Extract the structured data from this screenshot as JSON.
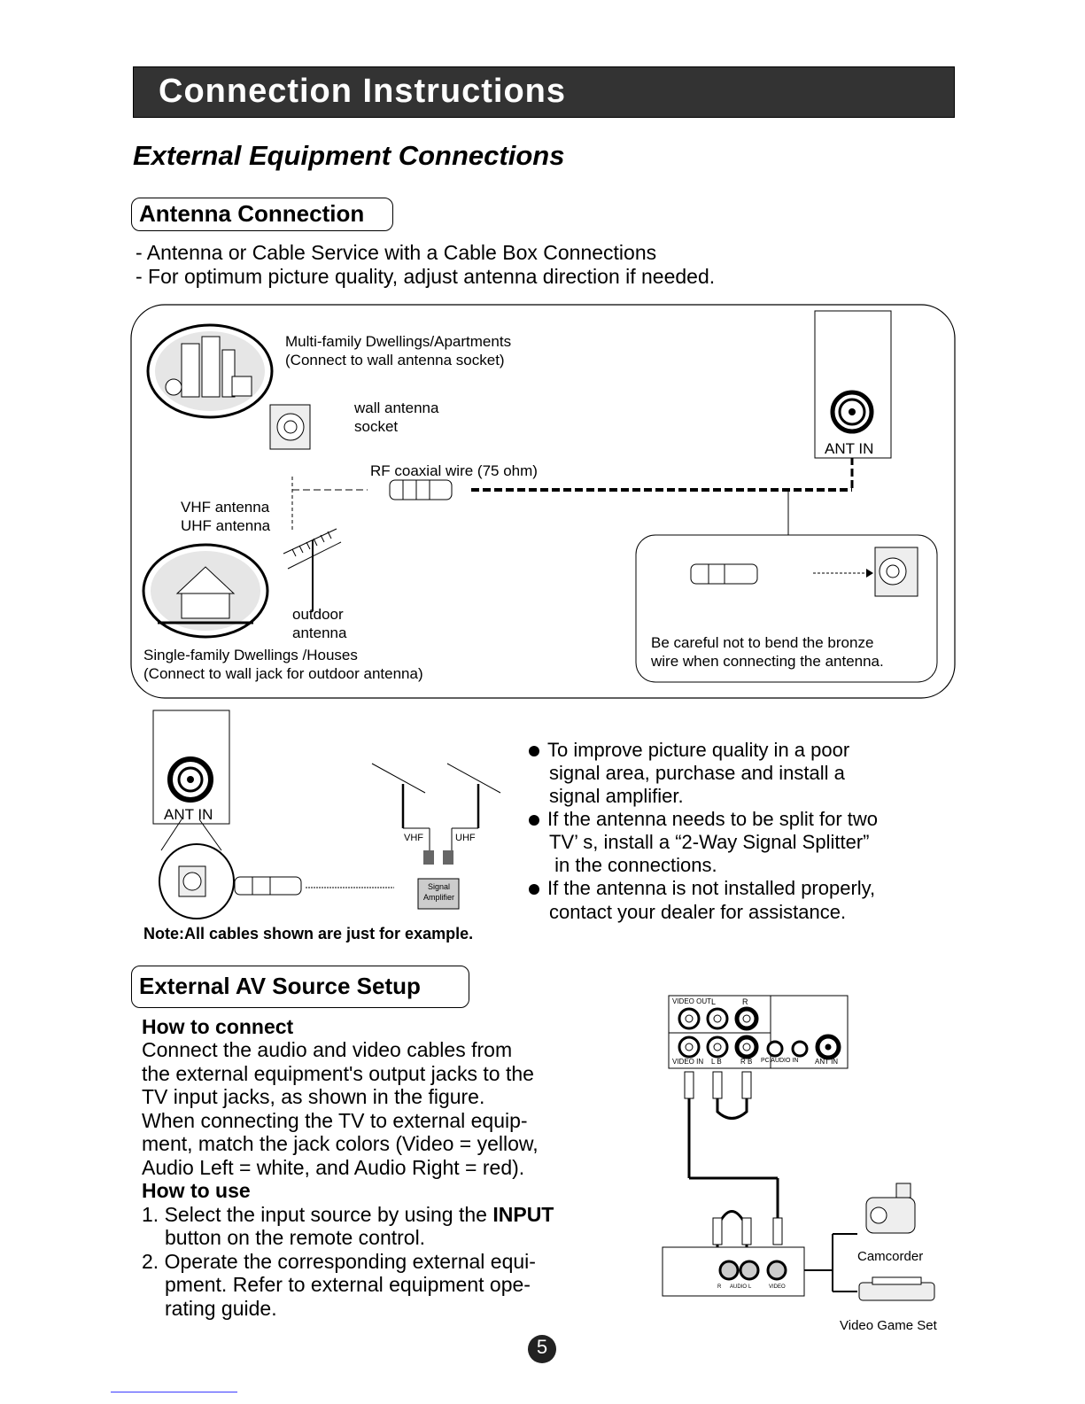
{
  "header": {
    "title": "Connection Instructions"
  },
  "subtitle": "External Equipment Connections",
  "antenna": {
    "section_title": "Antenna Connection",
    "intro": [
      "- Antenna or Cable Service with a Cable Box Connections",
      "- For optimum picture quality, adjust antenna direction if needed."
    ],
    "diagram": {
      "multi_family_1": "Multi-family Dwellings/Apartments",
      "multi_family_2": "(Connect to wall antenna socket)",
      "wall_socket_1": "wall antenna",
      "wall_socket_2": "socket",
      "rf_wire": "RF coaxial wire (75 ohm)",
      "vhf": "VHF antenna",
      "uhf": "UHF antenna",
      "outdoor_1": "outdoor",
      "outdoor_2": "antenna",
      "single_family_1": "Single-family Dwellings /Houses",
      "single_family_2": "(Connect to wall jack for outdoor antenna)",
      "ant_in": "ANT IN",
      "careful_1": "Be careful not to bend the bronze",
      "careful_2": "wire when connecting the antenna."
    },
    "amp_diagram": {
      "ant_in": "ANT IN",
      "vhf": "VHF",
      "uhf": "UHF",
      "signal_1": "Signal",
      "signal_2": "Amplifier"
    },
    "bullets": [
      [
        "To improve picture quality in a poor",
        "signal area, purchase and install a",
        "signal amplifier."
      ],
      [
        "If the antenna needs to be split for two",
        "TV’ s, install a “2-Way Signal Splitter”",
        " in the connections."
      ],
      [
        "If the antenna is not installed properly,",
        "contact your dealer for assistance."
      ]
    ],
    "note": "Note:All cables shown are just for example."
  },
  "av": {
    "section_title": "External AV Source Setup",
    "how_to_connect": "How to connect",
    "connect_lines": [
      "Connect the audio and video cables from",
      "the external equipment's output jacks to the",
      "TV input jacks, as shown in the figure.",
      "When connecting the TV to external equip-",
      "ment, match the jack colors (Video = yellow,",
      "Audio Left = white, and Audio Right = red)."
    ],
    "how_to_use": "How to use",
    "step1_a": "1. Select the input source by using the ",
    "step1_bold": "INPUT",
    "step1_b": "button on the remote control.",
    "step2_lines": [
      "2. Operate the corresponding external equi-",
      "pment. Refer to external equipment ope-",
      "rating guide."
    ],
    "panel": {
      "video_out": "VIDEO OUT",
      "l": "L",
      "r": "R",
      "video_in": "VIDEO IN",
      "lb": "L B",
      "rb": "R B",
      "pc_audio": "PC AUDIO IN",
      "ant_in": "ANT IN"
    },
    "device_jacks": [
      "R",
      "AUDIO",
      "L",
      "VIDEO"
    ],
    "camcorder": "Camcorder",
    "game": "Video Game Set"
  },
  "page_number": "5"
}
